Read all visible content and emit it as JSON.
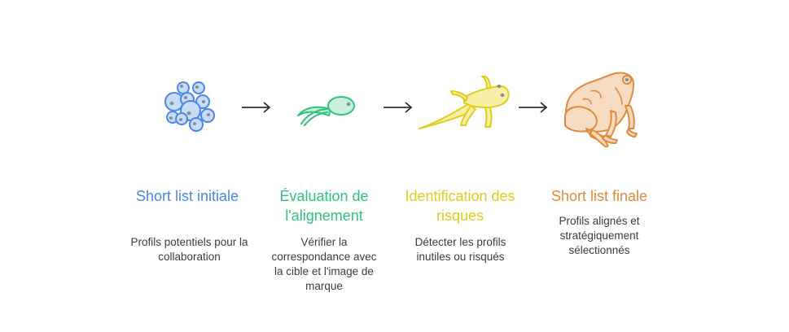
{
  "colors": {
    "blue": "#4a86e8",
    "green": "#2ec27e",
    "yellow": "#e0cd1a",
    "orange": "#e08a3c",
    "arrow": "#333333"
  },
  "steps": [
    {
      "icon": "frog-eggs-icon",
      "title": "Short list initiale",
      "description": "Profils potentiels pour la collaboration",
      "color": "#4a86e8"
    },
    {
      "icon": "tadpole-icon",
      "title": "Évaluation de l'alignement",
      "description": "Vérifier la correspondance avec la cible et l'image de marque",
      "color": "#2ec27e"
    },
    {
      "icon": "froglet-icon",
      "title": "Identification des risques",
      "description": "Détecter les profils inutiles ou risqués",
      "color": "#e0cd1a"
    },
    {
      "icon": "frog-icon",
      "title": "Short list finale",
      "description": "Profils alignés et stratégiquement sélectionnés",
      "color": "#e08a3c"
    }
  ]
}
